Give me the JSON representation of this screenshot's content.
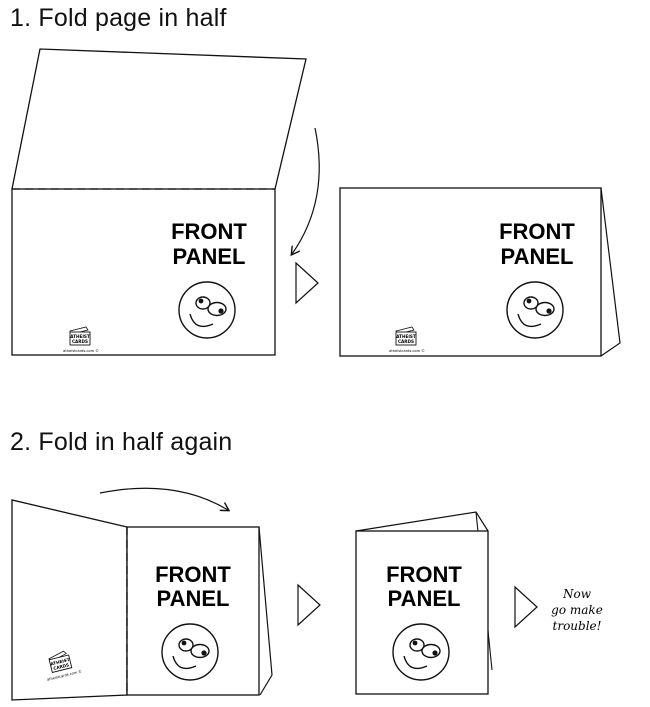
{
  "steps": {
    "one": {
      "title": "1.  Fold page in half"
    },
    "two": {
      "title": "2.  Fold in half again"
    }
  },
  "panel": {
    "line1": "FRONT",
    "line2": "PANEL"
  },
  "logo": {
    "line1": "ATHEIST",
    "line2": "CARDS",
    "site": "atheistcards.com ©"
  },
  "final_note": {
    "line1": "Now",
    "line2": "go make",
    "line3": "trouble!"
  },
  "icons": [
    "curved-arrow-icon",
    "triangle-next-arrow-icon",
    "smiley-face-icon",
    "card-logo-icon"
  ],
  "colors": {
    "ink": "#111111",
    "paper": "#ffffff"
  }
}
